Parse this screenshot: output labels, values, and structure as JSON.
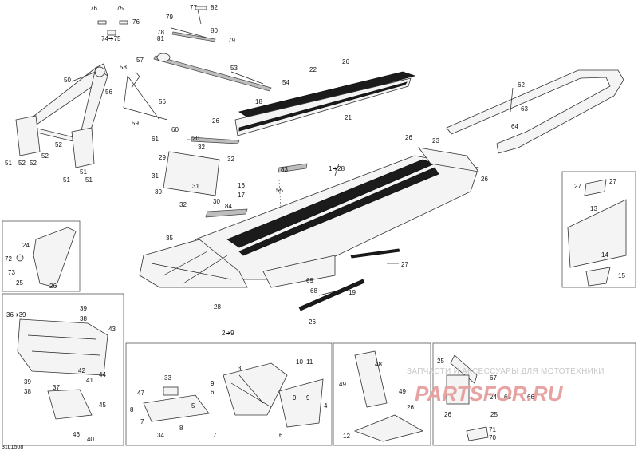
{
  "diagram_ref": "31L1508",
  "labels": [
    "76",
    "75",
    "76",
    "74➔75",
    "77",
    "82",
    "79",
    "78",
    "80",
    "81",
    "79",
    "58",
    "57",
    "53",
    "54",
    "18",
    "50",
    "56",
    "56",
    "59",
    "61",
    "60",
    "22",
    "26",
    "21",
    "26",
    "52",
    "52",
    "51",
    "52",
    "52",
    "51",
    "51",
    "51",
    "20",
    "32",
    "29",
    "32",
    "31",
    "31",
    "30",
    "30",
    "32",
    "84",
    "1➔28",
    "83",
    "16",
    "17",
    "55",
    "62",
    "63",
    "64",
    "26",
    "23",
    "26",
    "24",
    "72",
    "73",
    "25",
    "26",
    "35",
    "27",
    "28",
    "69",
    "68",
    "19",
    "26",
    "27",
    "27",
    "13",
    "14",
    "15",
    "36➔39",
    "39",
    "38",
    "43",
    "42",
    "41",
    "44",
    "39",
    "38",
    "37",
    "45",
    "46",
    "40",
    "2➔9",
    "33",
    "47",
    "8",
    "5",
    "7",
    "34",
    "8",
    "7",
    "9",
    "6",
    "3",
    "10",
    "11",
    "9",
    "9",
    "4",
    "6",
    "48",
    "49",
    "49",
    "26",
    "12",
    "25",
    "67",
    "24",
    "65",
    "66",
    "26",
    "25",
    "71",
    "70"
  ],
  "watermark": {
    "caption": "ЗАПЧАСТИ И АКСЕССУАРЫ ДЛЯ МОТОТЕХНИКИ",
    "logo": "PARTSFOR.RU"
  },
  "colors": {
    "line": "#222222",
    "rail": "#1b1b1b",
    "watermark": "#e7a2a2"
  }
}
